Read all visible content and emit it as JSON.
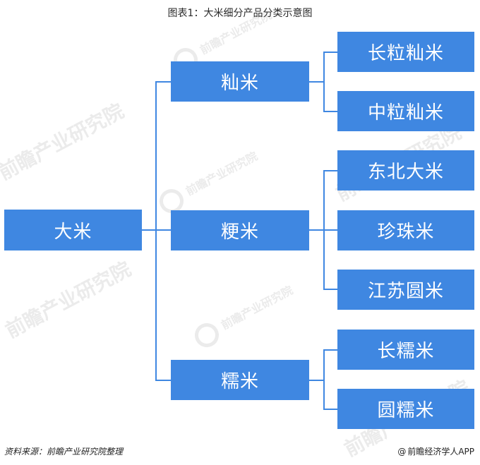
{
  "title": "图表1：大米细分产品分类示意图",
  "diagram": {
    "root": "大米",
    "level1": [
      {
        "label": "籼米",
        "children": [
          "长粒籼米",
          "中粒籼米"
        ]
      },
      {
        "label": "粳米",
        "children": [
          "东北大米",
          "珍珠米",
          "江苏圆米"
        ]
      },
      {
        "label": "糯米",
        "children": [
          "长糯米",
          "圆糯米"
        ]
      }
    ],
    "color": "#3f87e1"
  },
  "watermark": {
    "text": "前瞻产业研究院"
  },
  "footer": {
    "source": "资料来源：前瞻产业研究院整理",
    "brand": "前瞻经济学人APP",
    "brand_icon": "at-sign-icon"
  }
}
